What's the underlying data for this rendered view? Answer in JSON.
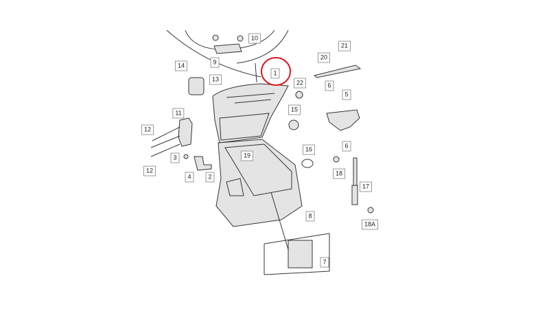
{
  "diagram": {
    "highlight_color": "#e0151b",
    "highlighted_part": "1",
    "callouts": [
      {
        "id": "c10",
        "text": "10"
      },
      {
        "id": "c9",
        "text": "9"
      },
      {
        "id": "c14",
        "text": "14"
      },
      {
        "id": "c13",
        "text": "13"
      },
      {
        "id": "c1",
        "text": "1"
      },
      {
        "id": "c22",
        "text": "22"
      },
      {
        "id": "c20",
        "text": "20"
      },
      {
        "id": "c21",
        "text": "21"
      },
      {
        "id": "c6a",
        "text": "6"
      },
      {
        "id": "c5",
        "text": "5"
      },
      {
        "id": "c15",
        "text": "15"
      },
      {
        "id": "c11",
        "text": "11"
      },
      {
        "id": "c12a",
        "text": "12"
      },
      {
        "id": "c12b",
        "text": "12"
      },
      {
        "id": "c3",
        "text": "3"
      },
      {
        "id": "c4",
        "text": "4"
      },
      {
        "id": "c2",
        "text": "2"
      },
      {
        "id": "c19",
        "text": "19"
      },
      {
        "id": "c16",
        "text": "16"
      },
      {
        "id": "c18",
        "text": "18"
      },
      {
        "id": "c17",
        "text": "17"
      },
      {
        "id": "c6b",
        "text": "6"
      },
      {
        "id": "c18A",
        "text": "18A"
      },
      {
        "id": "c8",
        "text": "8"
      },
      {
        "id": "c7",
        "text": "7"
      }
    ]
  }
}
